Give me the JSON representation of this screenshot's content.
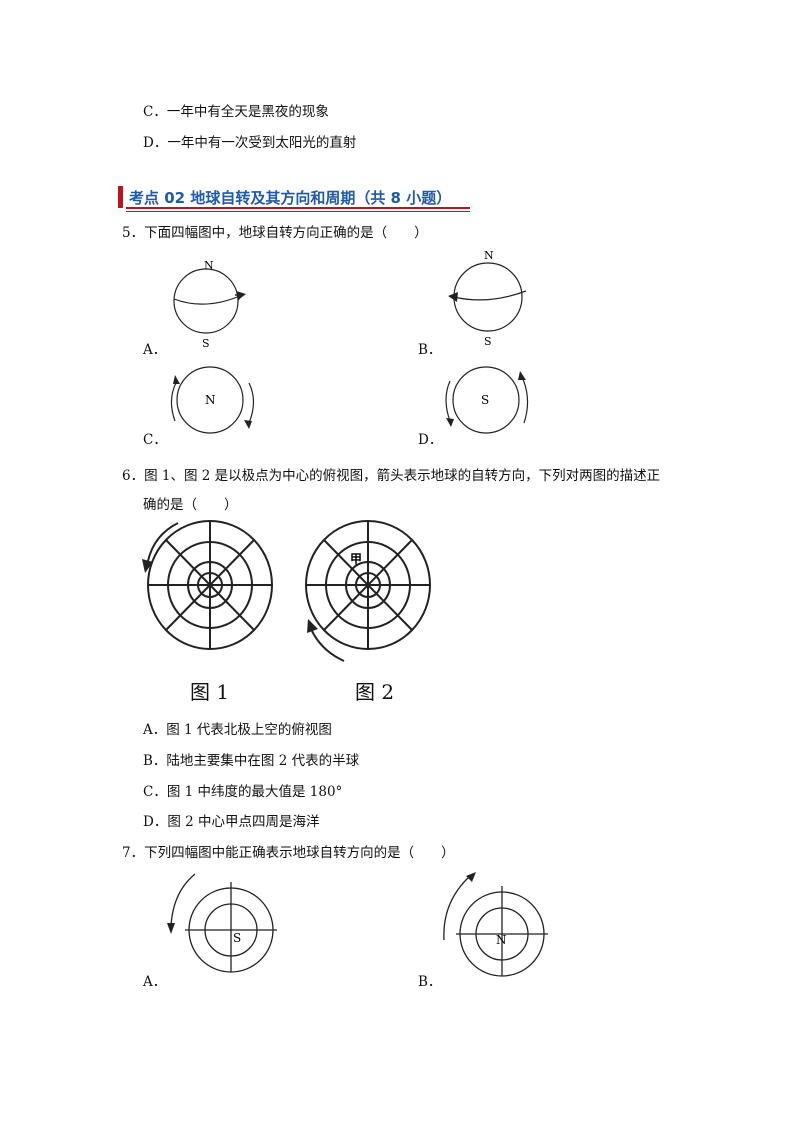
{
  "lines": {
    "q4c": "C．一年中有全天是黑夜的现象",
    "q4d": "D．一年中有一次受到太阳光的直射",
    "section_title": "考点 02  地球自转及其方向和周期（共 8 小题）",
    "q5": "5．下面四幅图中，地球自转方向正确的是（　　）",
    "q6_line1": "6．图 1、图 2 是以极点为中心的俯视图，箭头表示地球的自转方向，下列对两图的描述正",
    "q6_line2": "确的是（　　）",
    "q6a": "A．图 1 代表北极上空的俯视图",
    "q6b": "B．陆地主要集中在图 2 代表的半球",
    "q6c": "C．图 1 中纬度的最大值是 180°",
    "q6d": "D．图 2 中心甲点四周是海洋",
    "q7": "7．下列四幅图中能正确表示地球自转方向的是（　　）"
  },
  "q5_options": {
    "a": "A．",
    "b": "B．",
    "c": "C．",
    "d": "D．"
  },
  "q7_options": {
    "a": "A．",
    "b": "B．"
  },
  "globe_labels": {
    "north": "N",
    "south": "S"
  },
  "q6_figures": {
    "fig1": "图 1",
    "fig2": "图 2",
    "center_label": "甲"
  },
  "colors": {
    "section_bar": "#c0111f",
    "section_text": "#1f5aa8"
  }
}
